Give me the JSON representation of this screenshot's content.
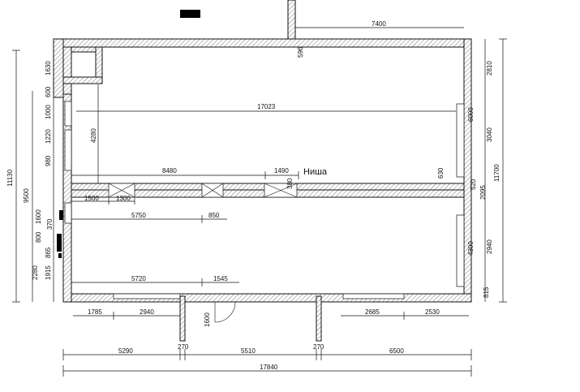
{
  "labels": {
    "niche": "Ниша"
  },
  "dimensions": {
    "top_7400": "7400",
    "top_596": "596",
    "room_width_17023": "17023",
    "room_height_4280": "4280",
    "corridor_8480": "8480",
    "corridor_1490": "1490",
    "corridor_630": "630",
    "corridor_380": "380",
    "corr_1500": "1500",
    "corr_1300": "1300",
    "lower_5750": "5750",
    "lower_850": "850",
    "lower_5720": "5720",
    "lower_1545": "1545",
    "bottom_1785": "1785",
    "bottom_2940": "2940",
    "bottom_1600": "1600",
    "bottom_2685": "2685",
    "bottom_2530": "2530",
    "total_5290": "5290",
    "total_270a": "270",
    "total_5510": "5510",
    "total_270b": "270",
    "total_6500": "6500",
    "total_17840": "17840",
    "left_11130": "11130",
    "left_9500": "9500",
    "left_1630": "1630",
    "left_600": "600",
    "left_1000": "1000",
    "left_1220": "1220",
    "left_980": "980",
    "left_1600": "1600",
    "left_800": "800",
    "left_370": "370",
    "left_865": "865",
    "left_2280": "2280",
    "left_1915": "1915",
    "right_2810": "2810",
    "right_6000": "6000",
    "right_3040": "3040",
    "right_11700": "11700",
    "right_520": "520",
    "right_2095": "2095",
    "right_4300": "4300",
    "right_2940": "2940",
    "right_815": "815"
  }
}
